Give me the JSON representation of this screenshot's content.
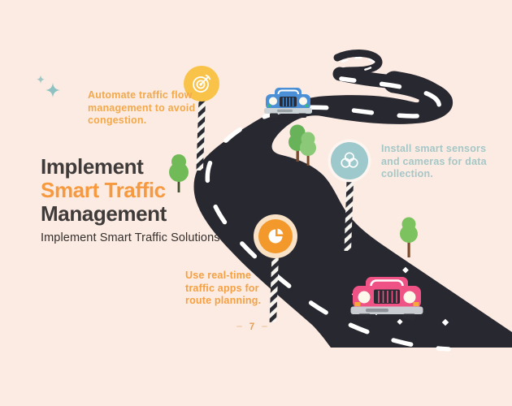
{
  "slide": {
    "background_color": "#fcebe2",
    "page_number": "7"
  },
  "title": {
    "lines": [
      {
        "text": "Implement",
        "accent": false
      },
      {
        "text": "Smart Traffic",
        "accent": true
      },
      {
        "text": "Management",
        "accent": false
      }
    ],
    "subtitle": "Implement Smart Traffic Solutions",
    "text_color": "#3f3b3a",
    "accent_color": "#f6993f"
  },
  "milestones": [
    {
      "icon": "target-dart-icon",
      "marker_color": "#f9c34a",
      "text_color": "#f2a94c",
      "lines": [
        "Automate traffic flow",
        "management to avoid",
        "congestion."
      ]
    },
    {
      "icon": "overlapping-circles-icon",
      "marker_color": "#9dc8cc",
      "text_color": "#a5c7c7",
      "lines": [
        "Install smart sensors",
        "and cameras for data",
        "collection."
      ]
    },
    {
      "icon": "pie-chart-icon",
      "marker_color": "#f3982b",
      "ring_color": "#f9e2c6",
      "text_color": "#f5a043",
      "lines": [
        "Use real-time",
        "traffic apps for",
        "route planning."
      ]
    }
  ],
  "illustration": {
    "road_color": "#282830",
    "lane_marking_color": "#ffffff",
    "pole_stripe_colors": [
      "#2b2b33",
      "#f7f4ee"
    ],
    "tree_color": "#6fba58",
    "sparkle_color": "#8ec1c1",
    "cars": [
      {
        "name": "blue-car",
        "color": "#4b90d6"
      },
      {
        "name": "pink-car",
        "color": "#ef5285"
      }
    ]
  }
}
